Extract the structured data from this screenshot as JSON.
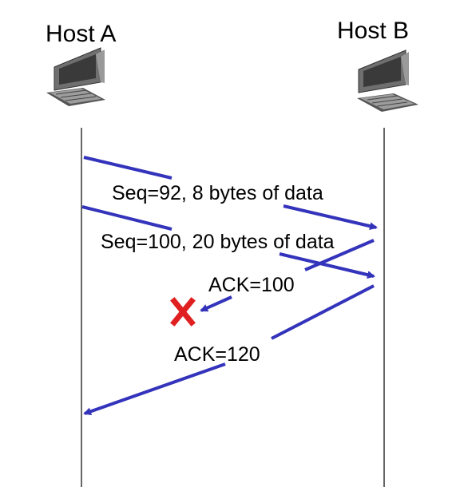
{
  "hosts": {
    "a": {
      "label": "Host A"
    },
    "b": {
      "label": "Host B"
    }
  },
  "messages": {
    "seg1": "Seq=92, 8 bytes of data",
    "seg2": "Seq=100, 20 bytes of data",
    "ack1": "ACK=100",
    "ack2": "ACK=120"
  },
  "colors": {
    "arrow": "#3333bb",
    "loss_marker": "#e02020",
    "timeline": "#000000"
  },
  "icons": {
    "computer": "desktop-computer-icon",
    "loss": "x-mark-icon"
  }
}
